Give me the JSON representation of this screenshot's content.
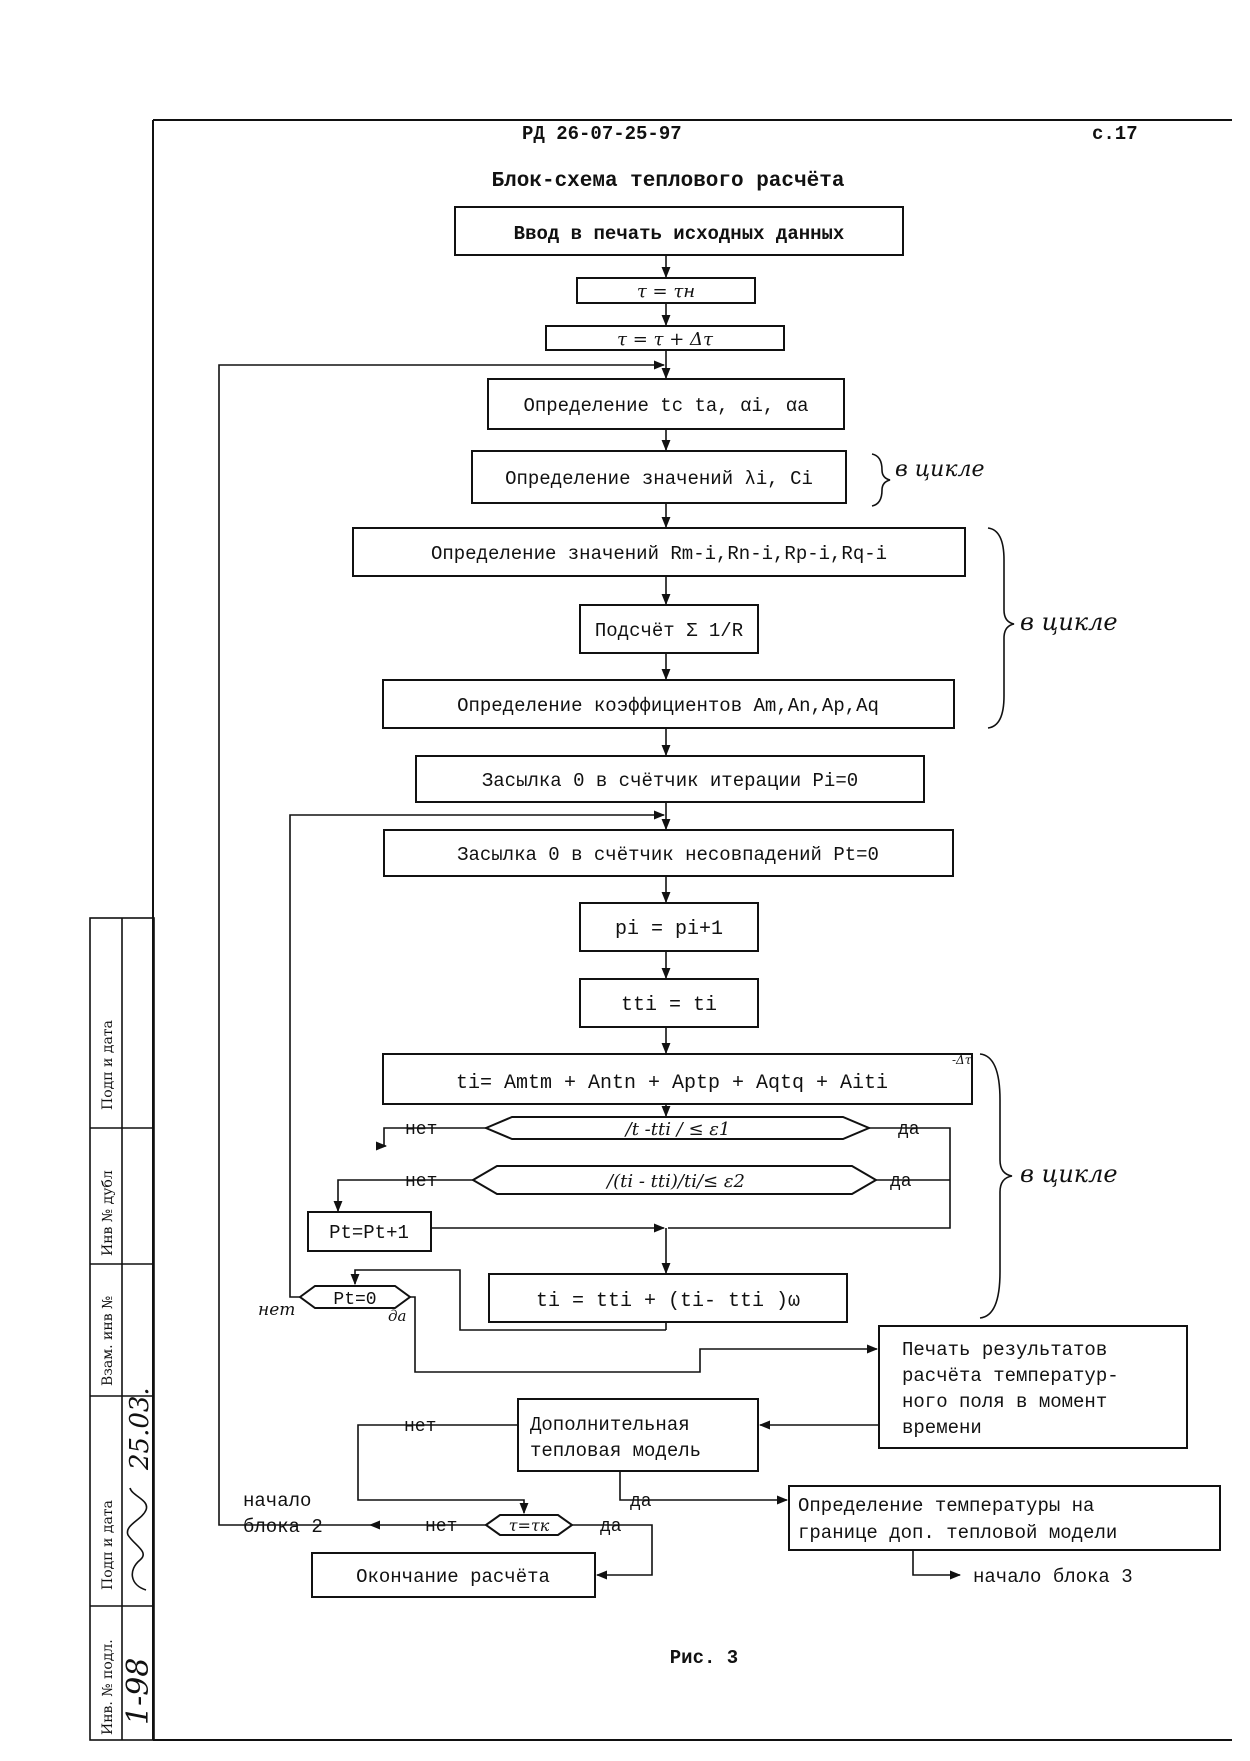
{
  "header": {
    "doc_number": "РД 26-07-25-97",
    "page_number": "с.17",
    "title": "Блок-схема теплового расчёта",
    "figure_caption": "Рис. 3"
  },
  "blocks": {
    "input": "Ввод в печать исходных данных",
    "tau_init": "τ = τн",
    "tau_step": "τ = τ + Δτ",
    "def_t": "Определение  tc  ta, αi, αa",
    "def_lambda": "Определение  значений λi, Ci",
    "def_r": "Определение значений Rm-i,Rn-i,Rp-i,Rq-i",
    "sum_r": "Подсчёт Σ 1/R",
    "coeffs": "Определение коэффициентов Am,An,Ap,Aq",
    "iter_counter": "Засылка 0 в счётчик итерации Pi=0",
    "mismatch_counter": "Засылка 0 в счётчик несовпадений Pt=0",
    "p_assign": "pi = pi+1",
    "tt_assign": "tti = ti",
    "t_formula": "ti= Amtm + Antn + Aptp + Aqtq + Aiti",
    "t_formula_sup": "-Δτ",
    "cond1": "/t -tti / ≤ ε1",
    "cond2": "/(ti - tti)/ti/≤ ε2",
    "pt_inc": "Pt=Pt+1",
    "pt_check": "Pt=0",
    "relax": "ti = tti + (ti- tti )ω",
    "print_results": [
      "Печать результатов",
      "расчёта температур-",
      "ного поля в момент",
      "времени"
    ],
    "extra_model": [
      "Дополнительная",
      "тепловая модель"
    ],
    "tau_check": "τ=τк",
    "boundary": [
      "Определение температуры на",
      "границе доп. тепловой модели"
    ],
    "end": "Окончание расчёта",
    "start_block2": [
      "начало",
      "блока 2"
    ],
    "start_block3": "начало блока 3"
  },
  "labels": {
    "no": "нет",
    "yes": "да",
    "in_cycle": "в цикле"
  },
  "margin_stamp": {
    "fields": [
      "Инв. № подл.",
      "Подп и дата",
      "Взам. инв №",
      "Инв № дубл",
      "Подп и дата"
    ],
    "inv_value": "1-98",
    "sign_date": "25.03."
  }
}
